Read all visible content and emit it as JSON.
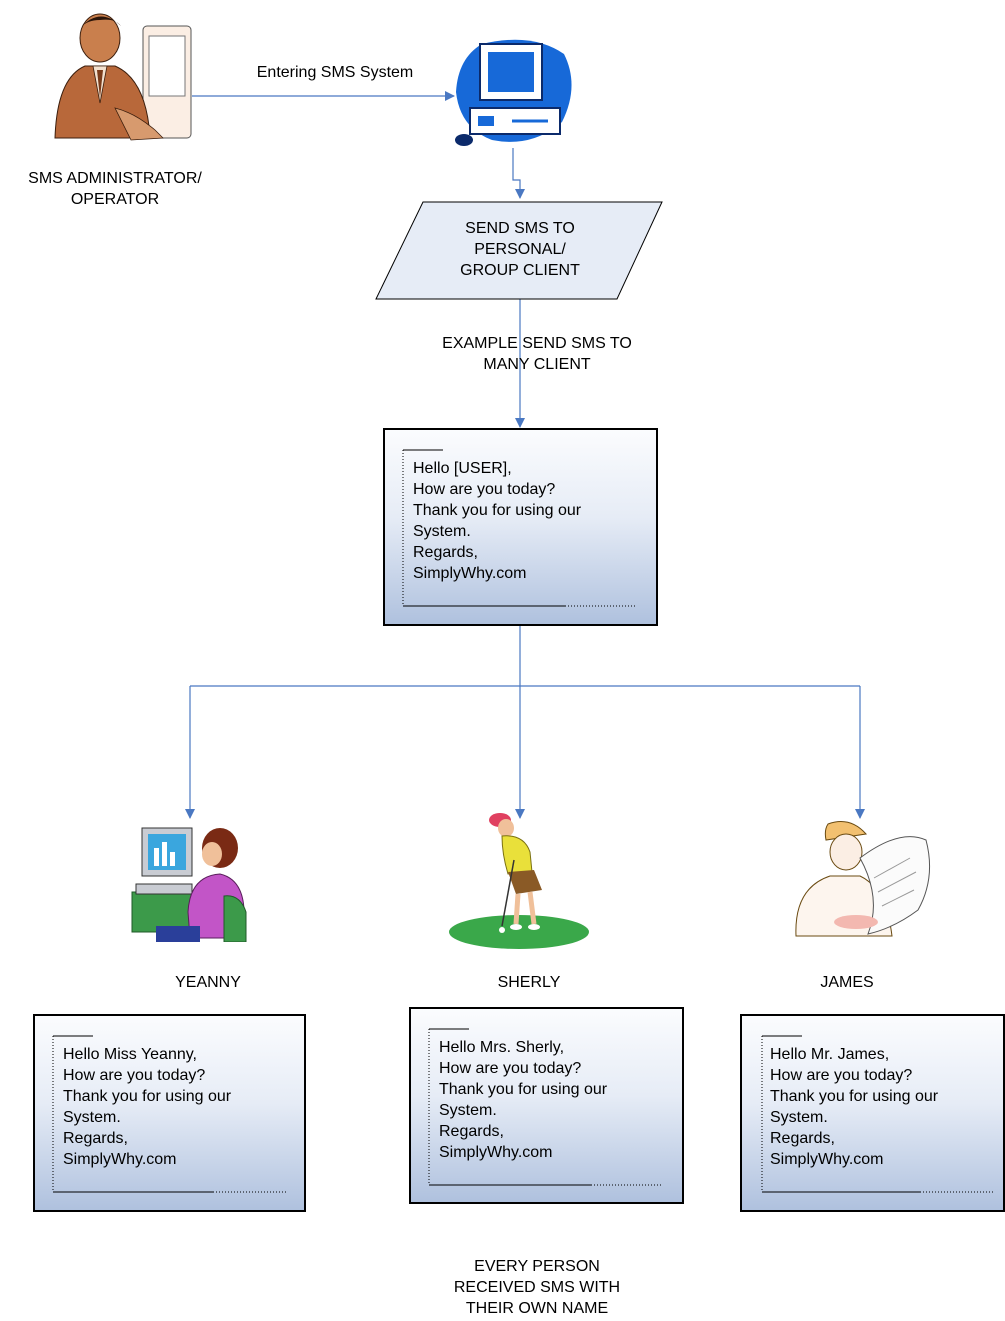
{
  "admin": {
    "caption_line1": "SMS ADMINISTRATOR/",
    "caption_line2": "OPERATOR",
    "icon": "office-worker-clipart"
  },
  "computer": {
    "icon": "computer-clipart"
  },
  "edge_entering": "Entering SMS System",
  "send_node": {
    "line1": "SEND SMS TO",
    "line2": "PERSONAL/",
    "line3": "GROUP CLIENT"
  },
  "example_note": {
    "line1": "EXAMPLE SEND SMS TO",
    "line2": "MANY CLIENT"
  },
  "template_message": [
    "Hello [USER],",
    "How are you today?",
    "Thank you for using our",
    "System.",
    "Regards,",
    "SimplyWhy.com"
  ],
  "recipients": [
    {
      "name": "YEANNY",
      "icon": "woman-at-computer-clipart",
      "message": [
        "Hello Miss Yeanny,",
        "How are you today?",
        "Thank you for using our",
        "System.",
        "Regards,",
        "SimplyWhy.com"
      ]
    },
    {
      "name": "SHERLY",
      "icon": "golfer-clipart",
      "message": [
        "Hello Mrs. Sherly,",
        "How are you today?",
        "Thank you for using our",
        "System.",
        "Regards,",
        "SimplyWhy.com"
      ]
    },
    {
      "name": "JAMES",
      "icon": "engineer-with-blueprint-clipart",
      "message": [
        "Hello Mr. James,",
        "How are you today?",
        "Thank you for using our",
        "System.",
        "Regards,",
        "SimplyWhy.com"
      ]
    }
  ],
  "footer_note": {
    "line1": "EVERY PERSON",
    "line2": "RECEIVED SMS WITH",
    "line3": "THEIR OWN NAME"
  },
  "colors": {
    "connector": "#4a78c2",
    "box_top": "#fbfcfe",
    "box_bottom": "#afc1de",
    "parallelogram_fill": "#e6ecf6"
  }
}
